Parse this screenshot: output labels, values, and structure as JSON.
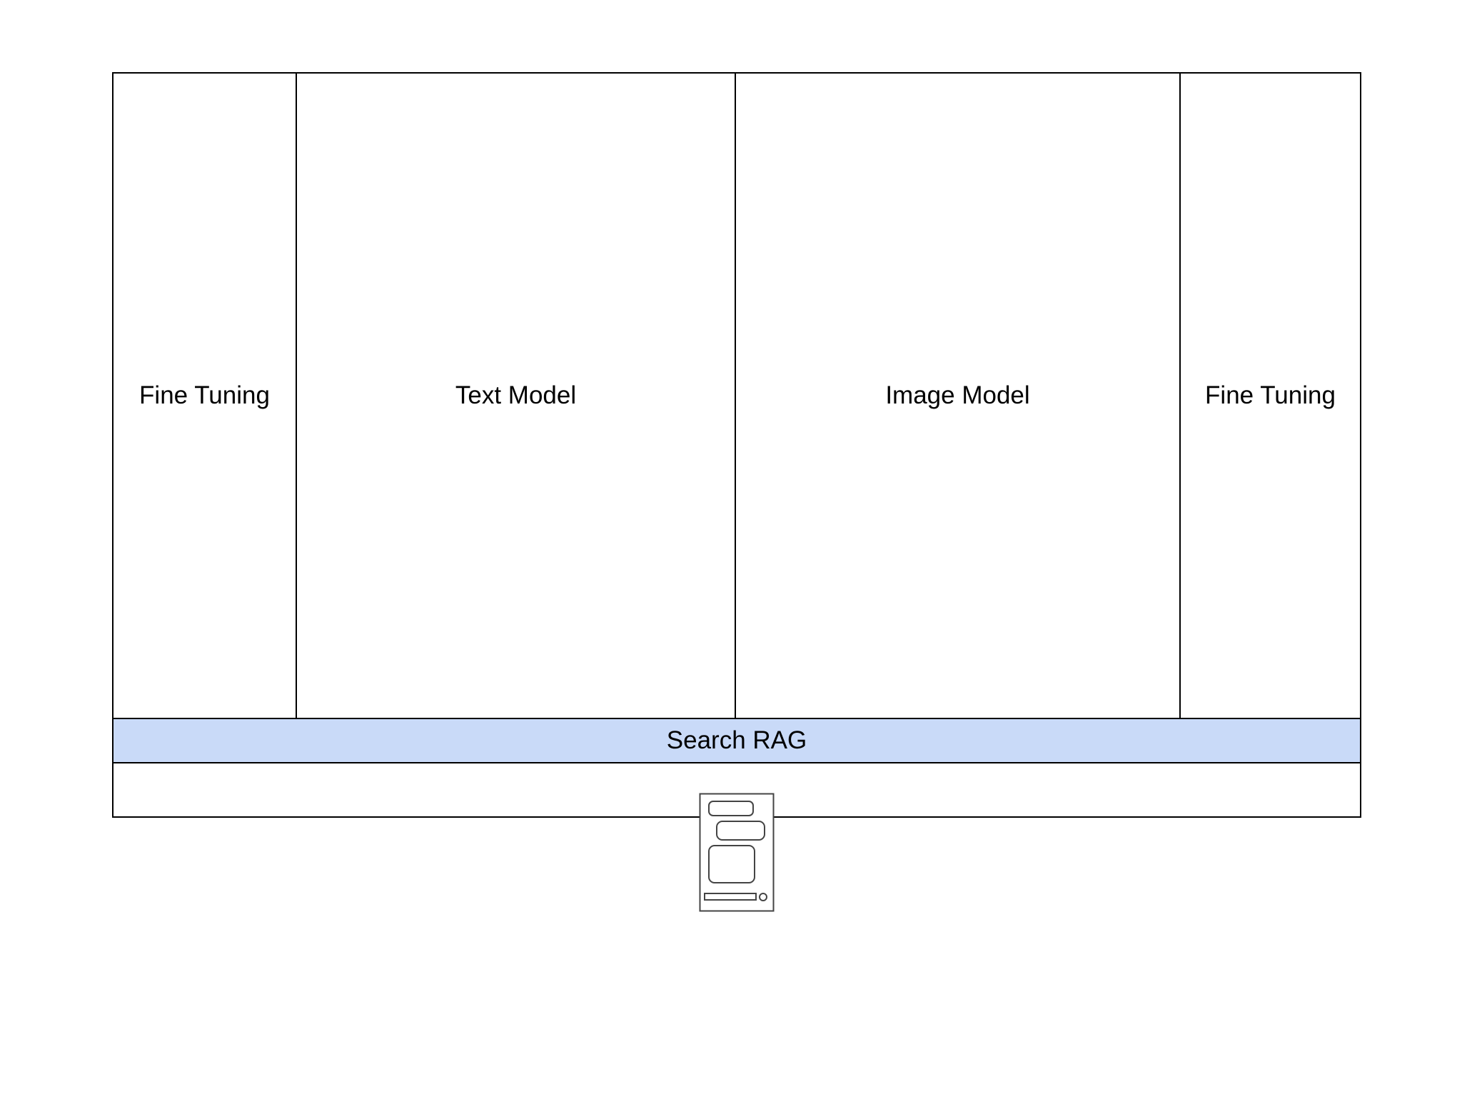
{
  "diagram": {
    "columns": [
      {
        "id": "fine-tuning-left",
        "label": "Fine Tuning"
      },
      {
        "id": "text-model",
        "label": "Text Model"
      },
      {
        "id": "image-model",
        "label": "Image Model"
      },
      {
        "id": "fine-tuning-right",
        "label": "Fine Tuning"
      }
    ],
    "search_rag": {
      "label": "Search RAG"
    },
    "bottom_bar": {
      "label": ""
    },
    "icons": {
      "mobile_wireframe": "mobile-wireframe-icon"
    }
  },
  "colors": {
    "border": "#000000",
    "text": "#000000",
    "search_bar_fill": "#c9daf8",
    "background": "#ffffff"
  }
}
